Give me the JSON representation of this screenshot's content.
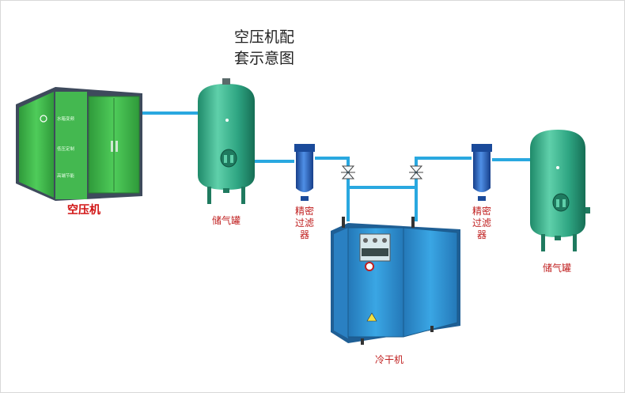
{
  "title": {
    "line1": "空压机配",
    "line2": "套示意图"
  },
  "labels": {
    "compressor": "空压机",
    "tank_left": "储气罐",
    "filter_left": [
      "精密",
      "过滤",
      "器"
    ],
    "filter_right": [
      "精密",
      "过滤",
      "器"
    ],
    "tank_right": "储气罐",
    "dryer": "冷干机"
  },
  "compressor_panel": [
    "水箱变频",
    "低压定制",
    "高端节能"
  ],
  "colors": {
    "pipe": "#29a8e0",
    "tank": "#3bb894",
    "compressor": "#39b54a",
    "dryer": "#2d8fd0",
    "filter": "#1f5fb8",
    "label": "#c02020"
  }
}
